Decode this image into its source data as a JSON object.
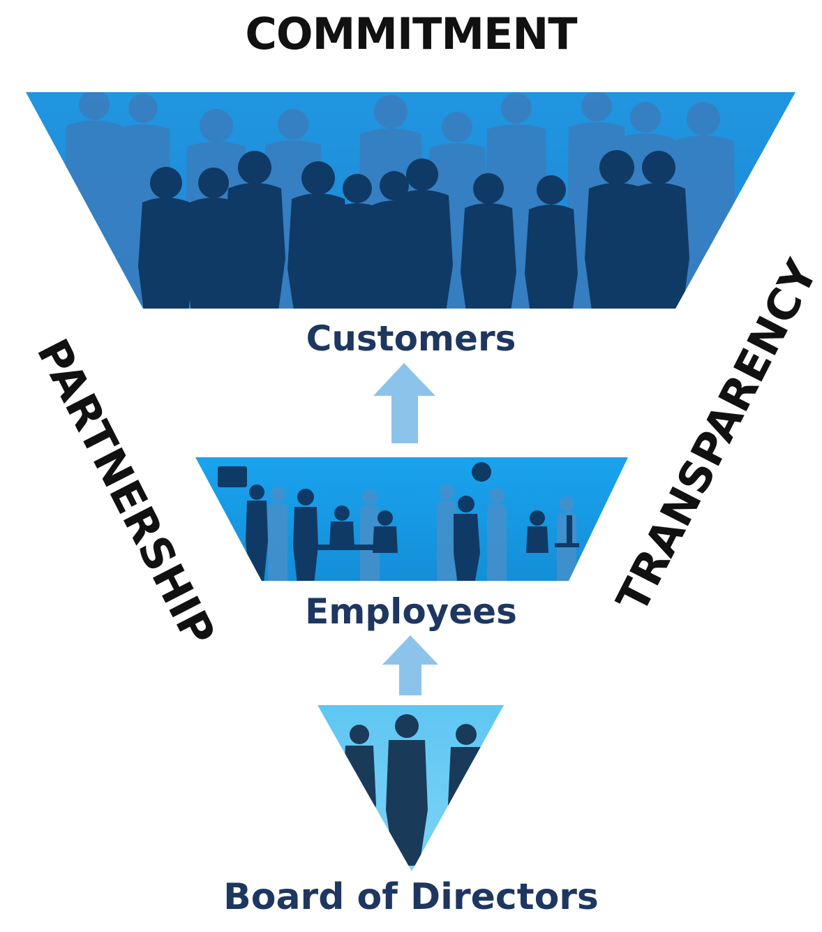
{
  "diagram": {
    "top_value": "COMMITMENT",
    "left_value": "PARTNERSHIP",
    "right_value": "TRANSPARENCY",
    "tiers": [
      {
        "label": "Customers"
      },
      {
        "label": "Employees"
      },
      {
        "label": "Board of Directors"
      }
    ]
  },
  "colors": {
    "top_fill": "#1f8fdc",
    "middle_fill": "#1c9be6",
    "bottom_fill": "#6ecbf2",
    "silhouette_dark": "#0f3a66",
    "silhouette_light": "#3f7fbf",
    "arrow": "#8cc3ea",
    "label_blue": "#1e3760"
  }
}
